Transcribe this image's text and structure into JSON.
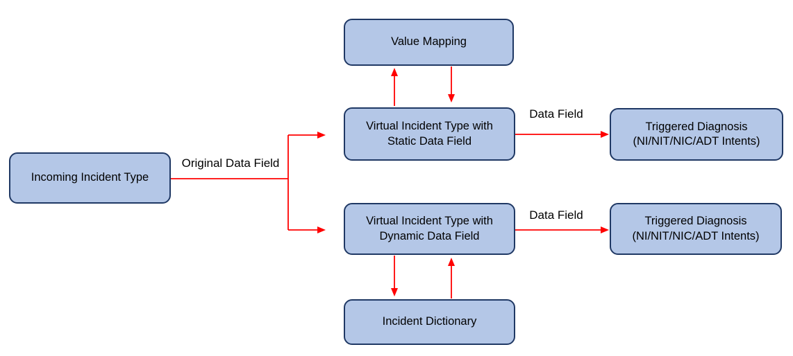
{
  "diagram": {
    "nodes": {
      "incoming": {
        "label": "Incoming Incident Type"
      },
      "value_mapping": {
        "label": "Value Mapping"
      },
      "virtual_static": {
        "label": "Virtual Incident Type with Static Data Field"
      },
      "virtual_dynamic": {
        "label": "Virtual Incident Type with Dynamic Data Field"
      },
      "incident_dictionary": {
        "label": "Incident Dictionary"
      },
      "triggered_diagnosis_top": {
        "label": "Triggered Diagnosis (NI/NIT/NIC/ADT Intents)"
      },
      "triggered_diagnosis_bottom": {
        "label": "Triggered Diagnosis (NI/NIT/NIC/ADT Intents)"
      }
    },
    "edge_labels": {
      "original_data_field": "Original Data Field",
      "data_field_top": "Data Field",
      "data_field_bottom": "Data Field"
    },
    "colors": {
      "background": "#ffffff",
      "box_fill": "#b4c7e7",
      "box_border": "#1f3864",
      "arrow": "#ff0000",
      "text": "#000000"
    }
  }
}
